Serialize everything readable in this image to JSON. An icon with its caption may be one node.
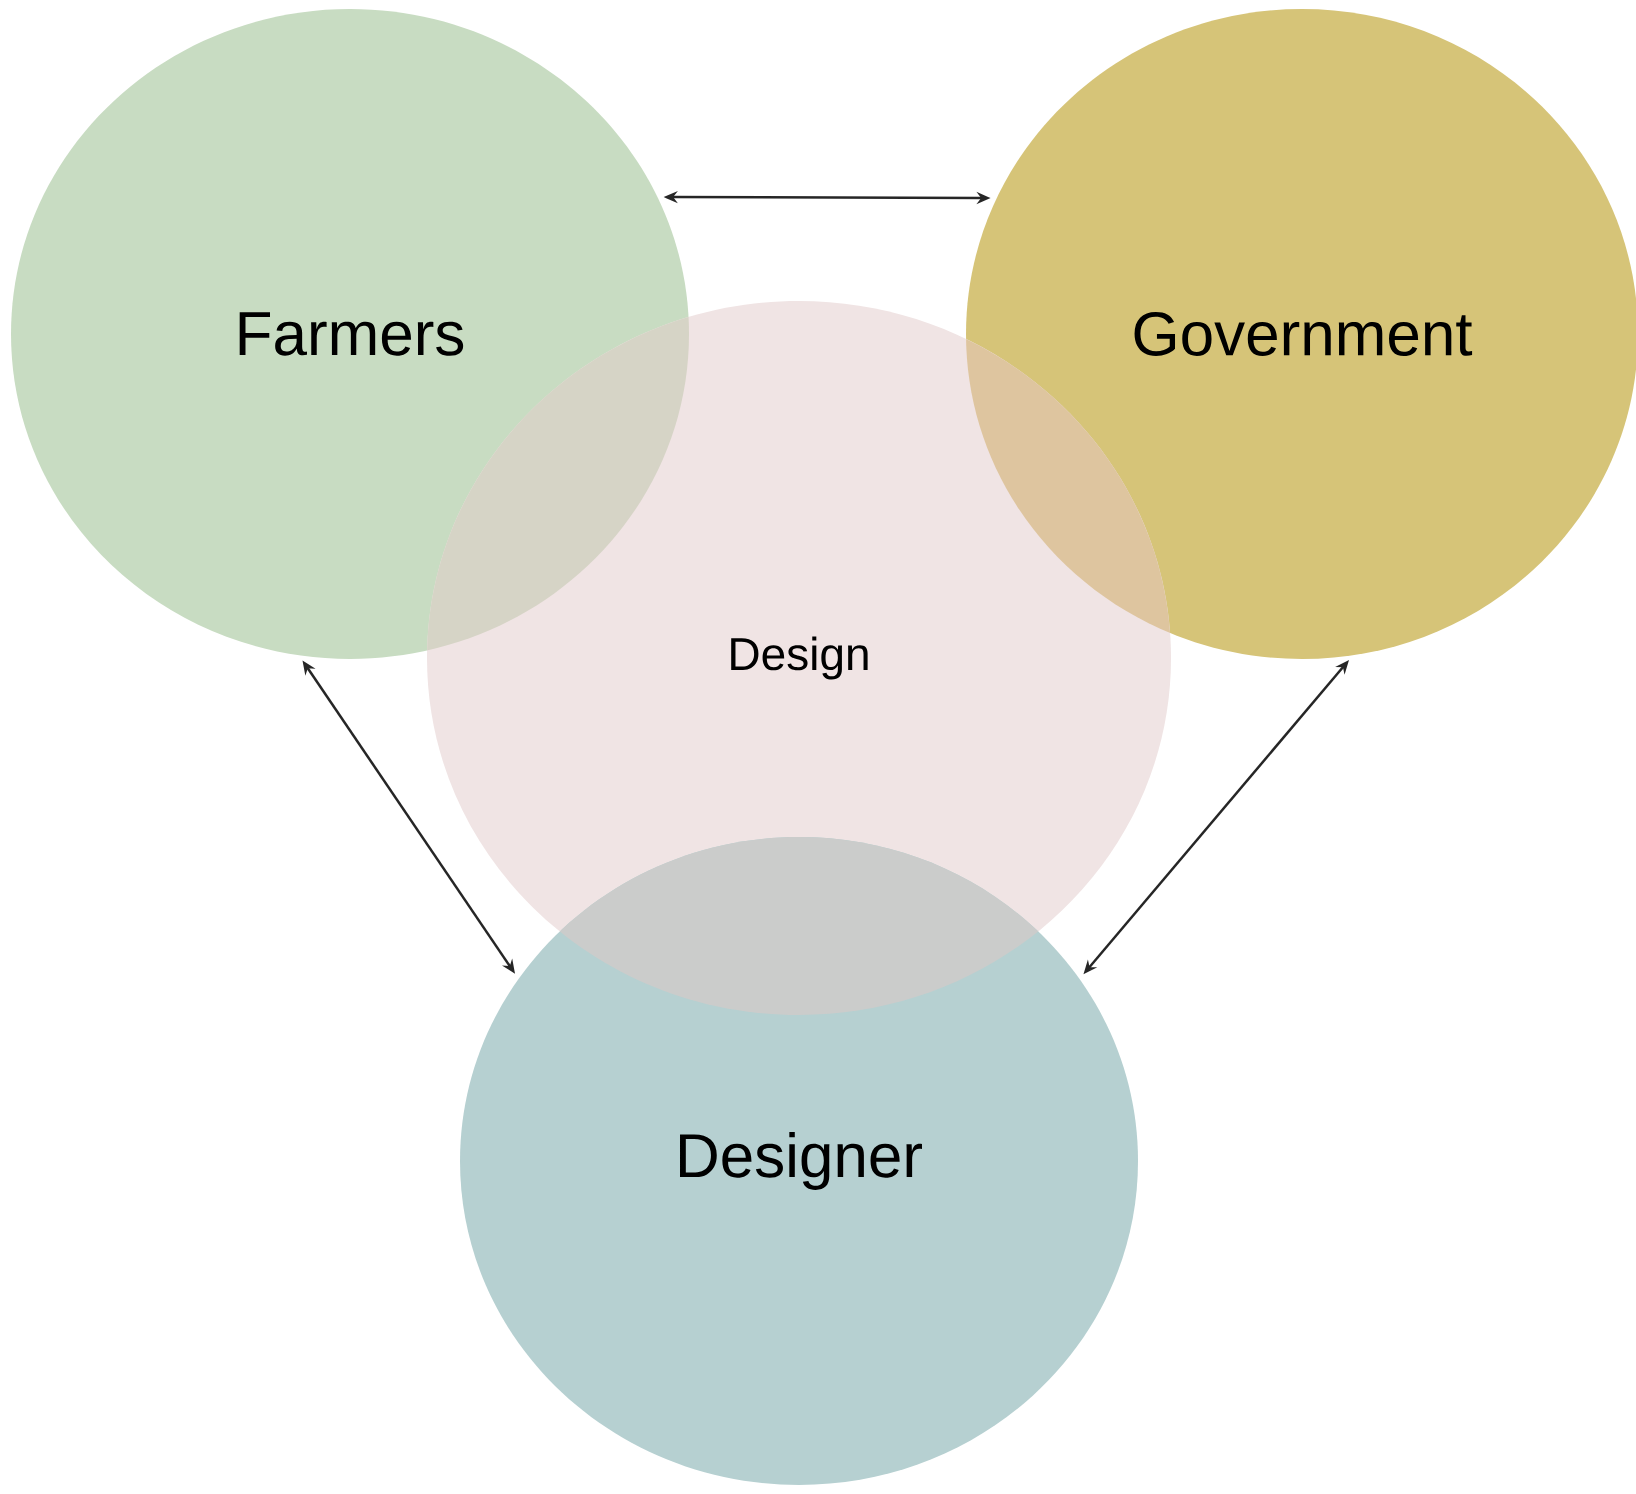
{
  "diagram": {
    "nodes": [
      {
        "text": [
          "Farmers"
        ]
      },
      {
        "text": [
          "Government"
        ]
      },
      {
        "text": [
          "Design"
        ]
      },
      {
        "text": [
          "Designer"
        ]
      }
    ],
    "edges": [
      {
        "from": 0,
        "to": 1,
        "arrow": "both"
      },
      {
        "from": 0,
        "to": 3,
        "arrow": "both"
      },
      {
        "from": 1,
        "to": 3,
        "arrow": "both"
      }
    ]
  }
}
